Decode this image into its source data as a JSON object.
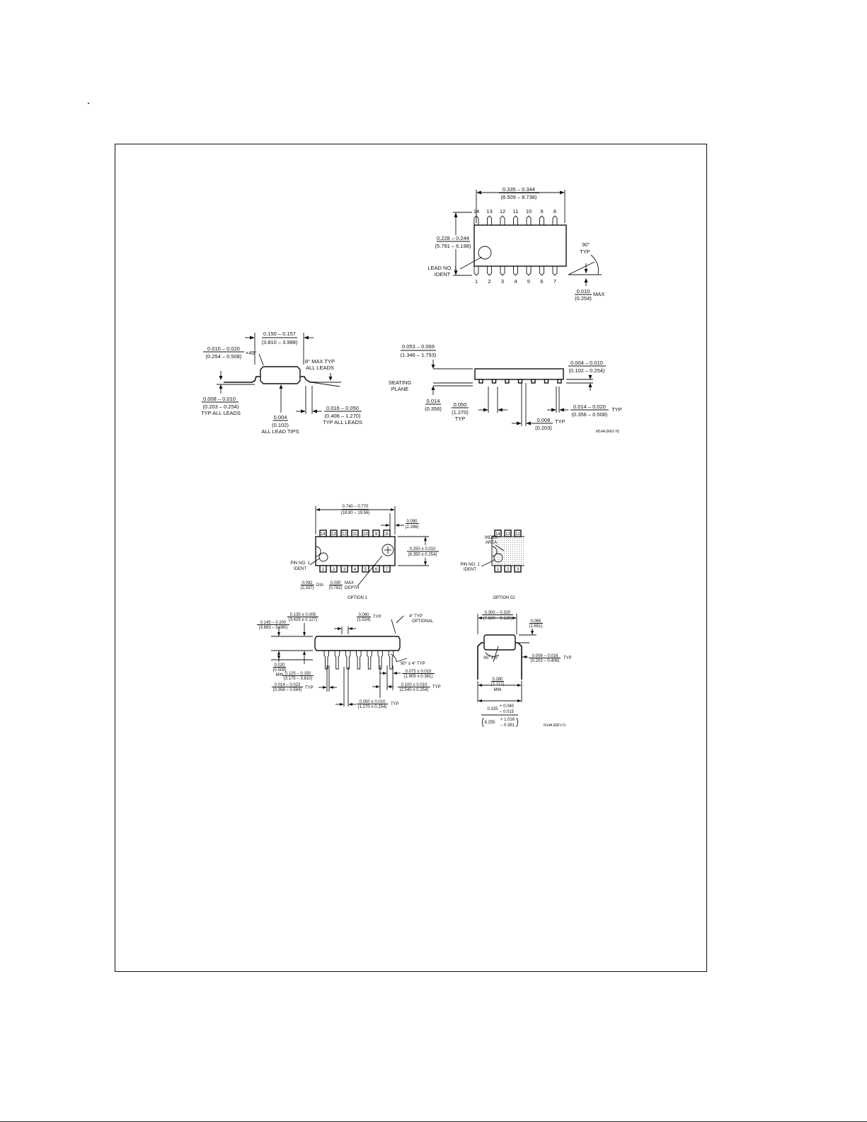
{
  "soic_top": {
    "pins_top": [
      "14",
      "13",
      "12",
      "11",
      "10",
      "9",
      "8"
    ],
    "pins_bottom": [
      "1",
      "2",
      "3",
      "4",
      "5",
      "6",
      "7"
    ],
    "length": [
      "0.335 – 0.344",
      "(8.509 – 8.738)"
    ],
    "width": [
      "0.228 – 0.244",
      "(5.791 – 6.198)"
    ],
    "lead_ident": [
      "LEAD NO. 1",
      "IDENT"
    ],
    "angle": [
      "30°",
      "TYP"
    ],
    "max_lead": [
      "0.010",
      "(0.254)"
    ],
    "max_label": "MAX"
  },
  "soic_end": {
    "body_width": [
      "0.150 – 0.157",
      "(3.810 – 3.988)"
    ],
    "chamfer": [
      "0.010 – 0.020",
      "(0.254 – 0.508)"
    ],
    "chamfer_angle": "×45°",
    "max_typ": [
      "8° MAX TYP",
      "ALL LEADS"
    ],
    "thickness": [
      "0.008 – 0.010",
      "(0.203 – 0.254)",
      "TYP ALL LEADS"
    ],
    "lead_tips": [
      "0.004",
      "(0.102)",
      "ALL LEAD TIPS"
    ],
    "foot": [
      "0.016 – 0.050",
      "(0.406 – 1.270)",
      "TYP ALL LEADS"
    ]
  },
  "soic_side": {
    "height": [
      "0.053 – 0.069",
      "(1.346 – 1.753)"
    ],
    "standoff": [
      "0.004 – 0.010",
      "(0.102 – 0.254)"
    ],
    "seating": [
      "SEATING",
      "PLANE"
    ],
    "seating_gap": [
      "0.014",
      "(0.356)"
    ],
    "pitch": [
      "0.050",
      "(1.270)",
      "TYP"
    ],
    "lead_width": [
      "0.014 – 0.020",
      "(0.356 – 0.508)"
    ],
    "typ": "TYP",
    "coplanarity": [
      "0.008",
      "(0.203)"
    ],
    "drawing_code": "M14A (REV H)"
  },
  "dip_top": {
    "pins_top": [
      "14",
      "13",
      "12",
      "11",
      "10",
      "9",
      "8"
    ],
    "pins_bottom": [
      "1",
      "2",
      "3",
      "4",
      "5",
      "6",
      "7"
    ],
    "length": [
      "0.740 – 0.770",
      "(18.80 – 19.56)"
    ],
    "end_space": [
      "0.090",
      "(2.286)"
    ],
    "width": [
      "0.250 ± 0.010",
      "(6.350 ± 0.254)"
    ],
    "pin_ident": [
      "PIN NO. 1",
      "IDENT"
    ],
    "dia": [
      "0.092",
      "(2.337)"
    ],
    "dia_label": "DIA",
    "depth": [
      "0.030",
      "(0.762)"
    ],
    "depth_label": [
      "MAX",
      "DEPTH"
    ],
    "option1": "OPTION 1"
  },
  "dip_opt2": {
    "pins_top": [
      "14",
      "13",
      "12"
    ],
    "pins_bottom": [
      "1",
      "2",
      "3"
    ],
    "index": [
      "INDEX",
      "AREA"
    ],
    "pin_ident": [
      "PIN NO. 1",
      "IDENT"
    ],
    "option2": "OPTION 02"
  },
  "dip_side": {
    "seat_height": [
      "0.135 ± 0.005",
      "(3.429 ± 0.127)"
    ],
    "total_height": [
      "0.145 – 0.200",
      "(3.683 – 5.080)"
    ],
    "shoulder": [
      "0.060",
      "(1.524)"
    ],
    "typ": "TYP",
    "angle": [
      "4° TYP",
      "OPTIONAL"
    ],
    "standoff": [
      "0.020",
      "(0.508)",
      "MIN"
    ],
    "lead_len": [
      "0.125 – 0.150",
      "(3.175 – 3.810)"
    ],
    "lead_angle": "90° ± 4° TYP",
    "lead_width": [
      "0.014 – 0.023",
      "(0.356 – 0.584)"
    ],
    "shoulder_w": [
      "0.075 ± 0.015",
      "(1.905 ± 0.381)"
    ],
    "pitch": [
      "0.100 ± 0.010",
      "(2.540 ± 0.254)"
    ],
    "upper_w": [
      "0.050 ± 0.010",
      "(1.270 ± 0.254)"
    ]
  },
  "dip_end": {
    "width": [
      "0.300 – 0.320",
      "(7.620 – 8.128)"
    ],
    "top": [
      "0.065",
      "(1.651)"
    ],
    "angle": "95° ± 5°",
    "thickness": [
      "0.008 – 0.016",
      "(0.203 – 0.406)"
    ],
    "typ": "TYP",
    "min_span": [
      "0.280",
      "(7.112)",
      "MIN"
    ],
    "span": [
      "0.325",
      "+ 0.040",
      "– 0.015"
    ],
    "span_mm": [
      "8.255",
      "+ 1.016",
      "– 0.381"
    ],
    "drawing_code": "N14A (REV F)"
  }
}
